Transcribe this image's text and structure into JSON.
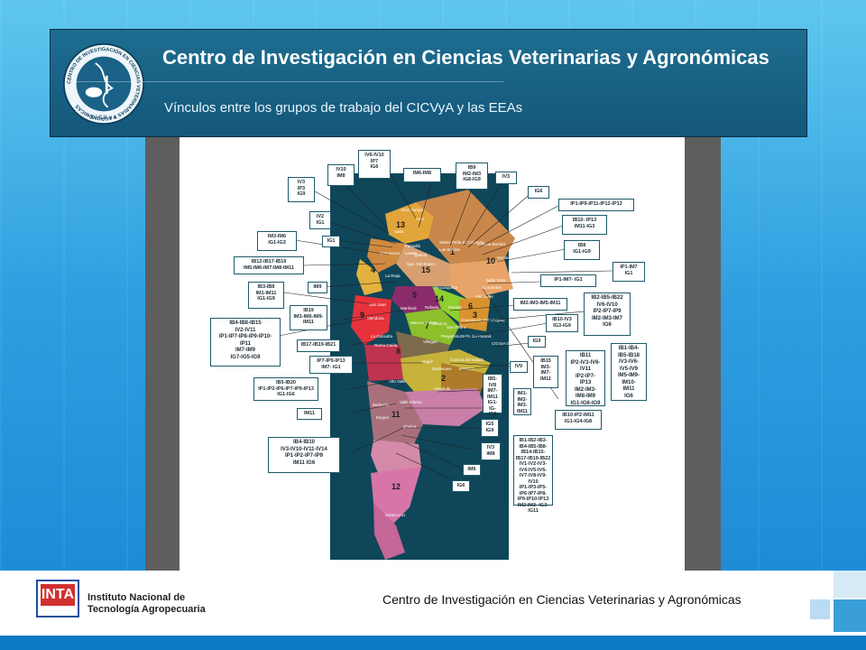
{
  "header": {
    "title": "Centro de Investigación en Ciencias Veterinarias y Agronómicas",
    "subtitle": "Vínculos entre los grupos  de trabajo del CICVyA y las EEAs",
    "logo_ring_text": "CENTRO DE INVESTIGACIÓN EN CIENCIAS VETERINARIAS Y AGRONÓMICAS",
    "logo_bottom_text": "C.I.C.V. y A"
  },
  "map": {
    "places": [
      "Abra Pampa",
      "Salta",
      "Famaillá",
      "Catamarca",
      "Sgo. Del Estero",
      "La Rioja",
      "San Juan",
      "Manfredi",
      "Mendoza",
      "Marcos Juárez",
      "Oliveros",
      "Rafaela",
      "Reconquista",
      "Paraná",
      "Concepción del Uruguay",
      "San Pedro",
      "Pergamino",
      "Delta del Paraná",
      "CICVyA CNIA",
      "Cuenca del salado",
      "Balcarce",
      "Bordenave",
      "Ascasubi",
      "Anguil",
      "Villegas",
      "La Consulta",
      "Rama Caída",
      "Alto Valle",
      "Bariloche",
      "Valle Inferior",
      "Esquel",
      "Chubut",
      "Santa Cruz",
      "Colonia Benítez",
      "Montecarlo",
      "Cerro Azul",
      "Bella Vista",
      "Corrientes",
      "El Colorado",
      "Sáenz Peña",
      "Las Breñas",
      "Quimilí",
      "Yuto",
      "Leales",
      "Mercedes"
    ],
    "region_numbers": [
      "13",
      "1",
      "2",
      "3",
      "4",
      "5",
      "6",
      "7",
      "8",
      "9",
      "10",
      "11",
      "12",
      "14",
      "15"
    ]
  },
  "labels_left": [
    "IV10\nIM8",
    "IV3\nIP3\nIG9",
    "IV2\nIG1",
    "IG1",
    "IM3-IM6\nIG1-IG3",
    "IB12-IB17-IB19\nIM5-IM6-IM7-IM8-IM11",
    "IM9",
    "IB3-IB8\nIM1-IM11\nIG1-IG9",
    "IB4-IB8-IB15\nIV2-IV11\nIP1-IP7-IP8-IP9-IP10-\nIP11\nIM7-IM9\nIG7-IG5-IG9",
    "IB19\nIM3-IM6-IM9-\nIM11",
    "IB17-IB19-IB21",
    "IP7-IP9-IP13\nIM7- IG1",
    "IB5-IB20\nIP1-IP2-IP6-IP7-IP9-IP13\nIG1-IG6",
    "IM11",
    "IB4-IB10\nIV3-IV10-IV11-IV14\nIP1-IP2-IP7-IP9\nIM11  IG6"
  ],
  "labels_top": [
    "IV6-IV10\nIP7\nIG6",
    "IM6-IM8",
    "IB9\nIM2-IM3\nIG8-IG9",
    "IV3",
    "IG6"
  ],
  "labels_right": [
    "IP1-IP9-IP11-IP12-IP13",
    "IB10- IP13\nIM11-IG3",
    "IB8\nIG1-IG9",
    "IP1-IM7\nIG1",
    "IP1-IM7- IG1",
    "IM2-IM3-IM5-IM11",
    "IB2-IB5-IB22\nIV6-IV10\nIP2-IP7-IP9\nIM2-IM3-IM7\nIG6",
    "IB10-IV3\nIG3-IG9",
    "IG9",
    "IB1-IB4-\nIB5-IB18\nIV3-IV6-\nIV5-IV9\nIM5-IM9-\nIM10-\nIM11\nIG6",
    "IB11\nIP2-IV3-IV6-\nIV11\nIP2-IP7-\nIP13\nIM2-IM3-\nIM8-IM9\nIG1-IG6-IG9",
    "IV9",
    "IB15\nIM3-\nIM7-\nIM11",
    "IB10-IP2-IM11\nIG1-IG4-IG8",
    "IB5-\nIV8\nIM7-\nIM11\nIG1-\nIG-\nIG8",
    "IM1-\nIM2-\nIM3-\nIM11",
    "IG5\nIG9",
    "IV3\nIM8",
    "IM6",
    "IG6",
    "IB1-IB2-IB3-\nIB4-IB5-IB8-\nIB14-IB15-\nIB17-IB19-IB22\nIV1-IV2-IV3-\nIV4-IV5-IV6-\nIV7-IV8-IV9-\nIV10\nIP1-IP3-IP5-\nIP6-IP7-IP8-\nIP9-IP10-IP13\nIM2-IM3- IG3-\nIG11"
  ],
  "footer": {
    "inta_mark": "INTA",
    "inta_line1": "Instituto Nacional de",
    "inta_line2": "Tecnología Agropecuaria",
    "right_text": "Centro de Investigación en Ciencias Veterinarias y Agronómicas"
  },
  "colors": {
    "header_bg": "#165c80",
    "map_bg": "#0f4659",
    "box_border": "#1f5a6b",
    "inta_red": "#d23030"
  }
}
